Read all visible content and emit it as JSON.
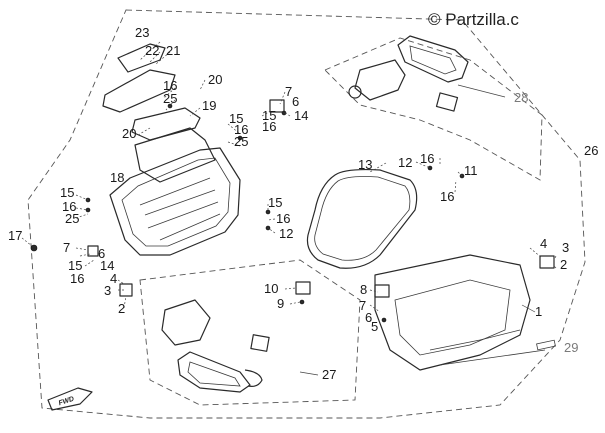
{
  "watermark": "© Partzilla.c",
  "fwd_label": "FWD",
  "callouts": {
    "c1": "1",
    "c2a": "2",
    "c2b": "2",
    "c3a": "3",
    "c3b": "3",
    "c4a": "4",
    "c4b": "4",
    "c5": "5",
    "c6a": "6",
    "c6b": "6",
    "c6c": "6",
    "c7a": "7",
    "c7b": "7",
    "c7c": "7",
    "c8": "8",
    "c9": "9",
    "c10": "10",
    "c11": "11",
    "c12a": "12",
    "c12b": "12",
    "c13": "13",
    "c14a": "14",
    "c14b": "14",
    "c15a": "15",
    "c15b": "15",
    "c15c": "15",
    "c15d": "15",
    "c15e": "15",
    "c16a": "16",
    "c16b": "16",
    "c16c": "16",
    "c16d": "16",
    "c16e": "16",
    "c16f": "16",
    "c16g": "16",
    "c16h": "16",
    "c17": "17",
    "c18": "18",
    "c19": "19",
    "c20a": "20",
    "c20b": "20",
    "c21": "21",
    "c22": "22",
    "c23": "23",
    "c25a": "25",
    "c25b": "25",
    "c25c": "25",
    "c26": "26",
    "c27": "27",
    "c28": "28",
    "c29": "29"
  }
}
